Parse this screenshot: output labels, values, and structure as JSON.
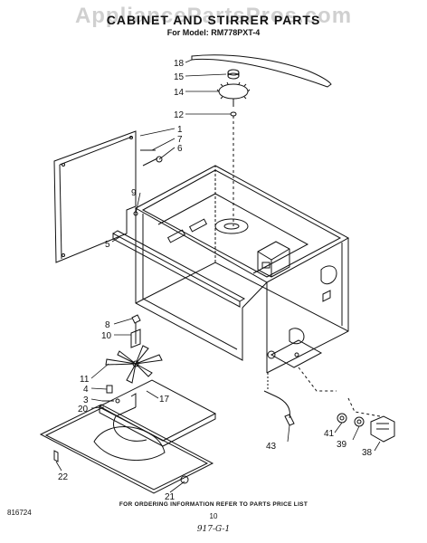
{
  "watermark": "AppliancePartsPros.com",
  "title": "CABINET AND STIRRER PARTS",
  "subtitle": "For Model: RM778PXT-4",
  "footer": {
    "code": "816724",
    "note": "FOR ORDERING INFORMATION REFER TO PARTS PRICE LIST",
    "page": "10",
    "handwritten": "917-G-1"
  },
  "callouts": [
    {
      "id": "18",
      "text": "18"
    },
    {
      "id": "15",
      "text": "15"
    },
    {
      "id": "14",
      "text": "14"
    },
    {
      "id": "12",
      "text": "12"
    },
    {
      "id": "1",
      "text": "1"
    },
    {
      "id": "7",
      "text": "7"
    },
    {
      "id": "6",
      "text": "6"
    },
    {
      "id": "9",
      "text": "9"
    },
    {
      "id": "5",
      "text": "5"
    },
    {
      "id": "8",
      "text": "8"
    },
    {
      "id": "10",
      "text": "10"
    },
    {
      "id": "11",
      "text": "11"
    },
    {
      "id": "4",
      "text": "4"
    },
    {
      "id": "3",
      "text": "3"
    },
    {
      "id": "20",
      "text": "20"
    },
    {
      "id": "17",
      "text": "17"
    },
    {
      "id": "22",
      "text": "22"
    },
    {
      "id": "21",
      "text": "21"
    },
    {
      "id": "43",
      "text": "43"
    },
    {
      "id": "41",
      "text": "41"
    },
    {
      "id": "39",
      "text": "39"
    },
    {
      "id": "38",
      "text": "38"
    }
  ]
}
